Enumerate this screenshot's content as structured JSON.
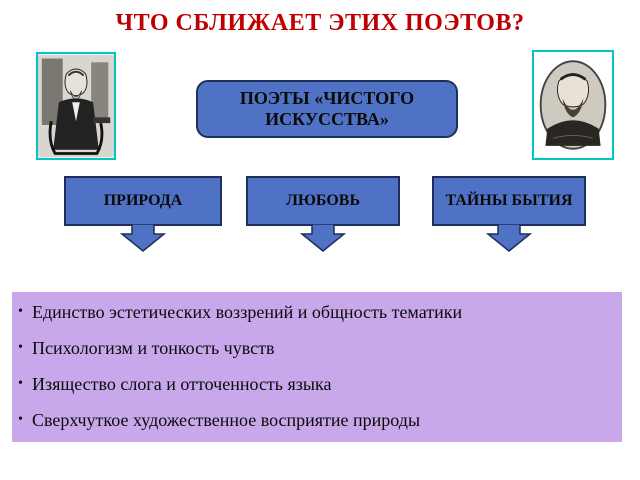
{
  "title": "ЧТО СБЛИЖАЕТ ЭТИХ ПОЭТОВ?",
  "main_box": {
    "label": "ПОЭТЫ «ЧИСТОГО ИСКУССТВА»"
  },
  "categories": [
    {
      "label": "ПРИРОДА"
    },
    {
      "label": "ЛЮБОВЬ"
    },
    {
      "label": "ТАЙНЫ БЫТИЯ"
    }
  ],
  "bullets": [
    "Единство эстетических воззрений и общность тематики",
    "Психологизм и тонкость чувств",
    "Изящество слога и отточенность языка",
    "Сверхчуткое художественное восприятие природы"
  ],
  "colors": {
    "title": "#c00000",
    "box_fill": "#4f72c4",
    "box_border": "#1f2f5a",
    "panel_bg": "#c8a8ea",
    "portrait_frame": "#00c8c0"
  },
  "images": {
    "left": "portrait-of-seated-poet",
    "right": "oval-engraved-portrait-of-poet"
  }
}
